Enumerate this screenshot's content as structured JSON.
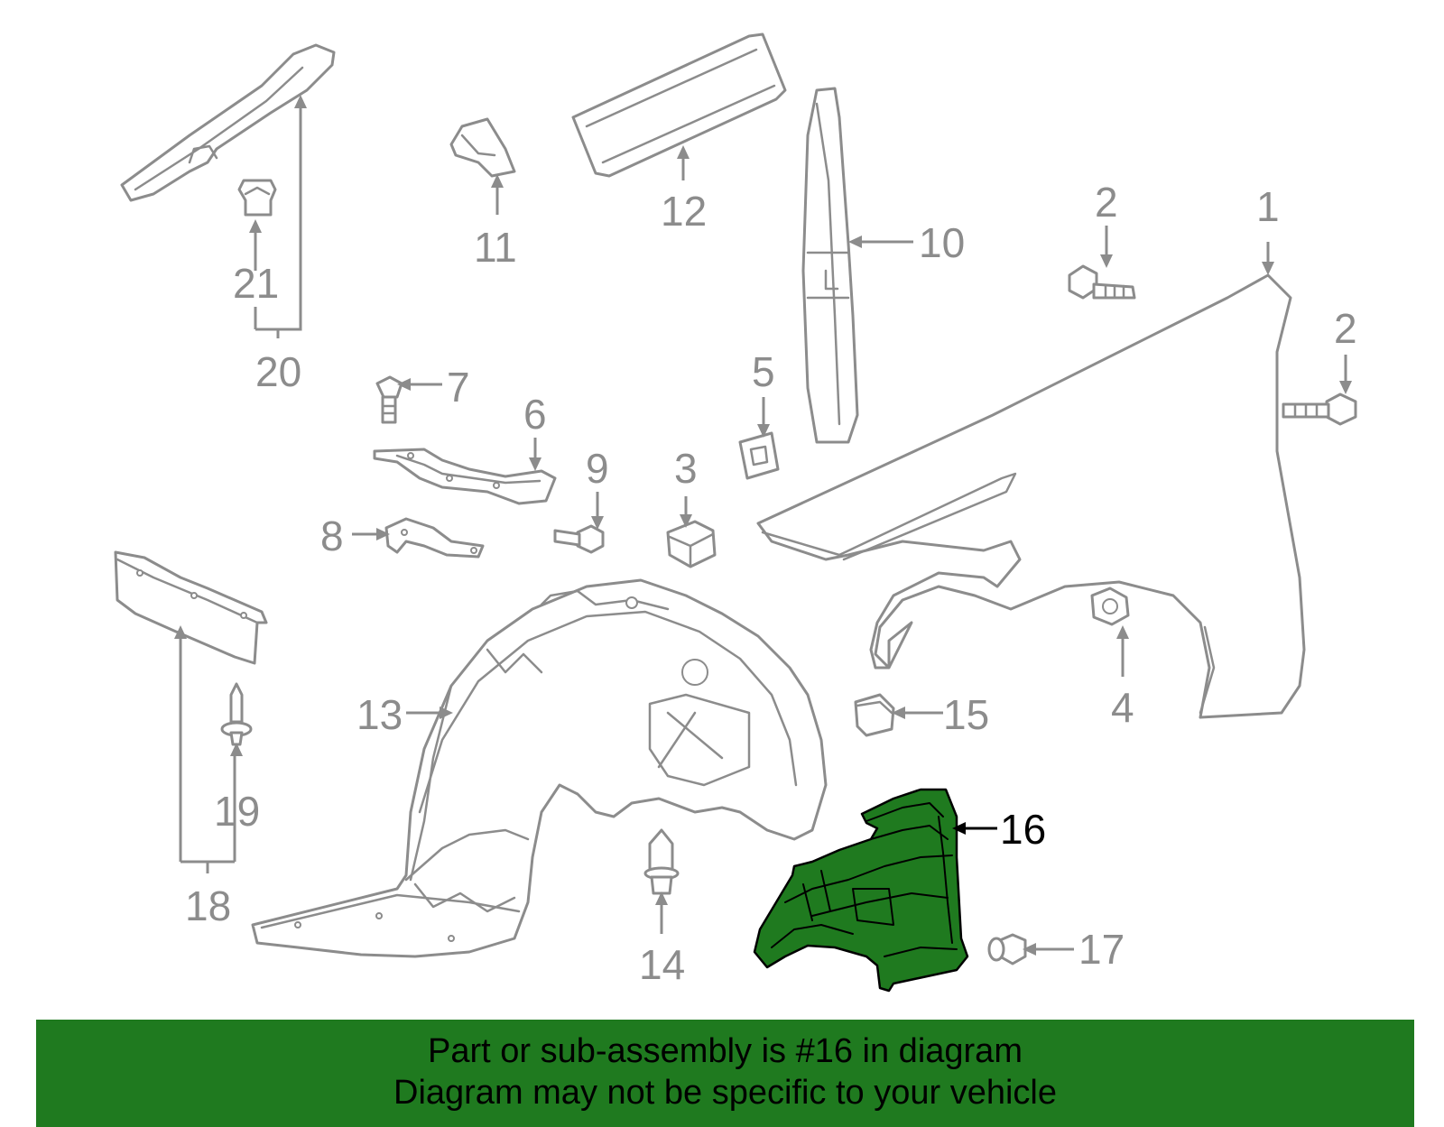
{
  "callouts": {
    "c1": "1",
    "c2a": "2",
    "c2b": "2",
    "c3": "3",
    "c4": "4",
    "c5": "5",
    "c6": "6",
    "c7": "7",
    "c8": "8",
    "c9": "9",
    "c10": "10",
    "c11": "11",
    "c12": "12",
    "c13": "13",
    "c14": "14",
    "c15": "15",
    "c16": "16",
    "c17": "17",
    "c18": "18",
    "c19": "19",
    "c20": "20",
    "c21": "21"
  },
  "highlighted_part": "16",
  "colors": {
    "highlight": "#1f7a1f",
    "line": "#8c8c8c",
    "banner": "#1f7a1f"
  },
  "banner": {
    "line1": "Part or sub-assembly is #16 in diagram",
    "line2": "Diagram may not be specific to your vehicle"
  }
}
